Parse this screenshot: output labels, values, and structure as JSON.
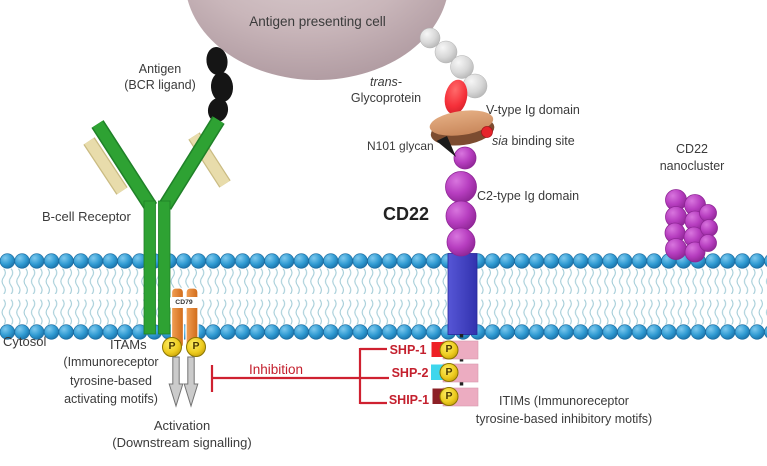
{
  "apc": {
    "label": "Antigen presenting cell"
  },
  "antigen": {
    "line1": "Antigen",
    "line2": "(BCR ligand)"
  },
  "bcr": {
    "label": "B-cell Receptor"
  },
  "trans_glycoprotein": {
    "prefix": "trans-",
    "name": "Glycoprotein"
  },
  "cd22": {
    "name": "CD22",
    "v_type_label": "V-type Ig domain",
    "n101_label": "N101 glycan",
    "sia_prefix": "sia",
    "sia_suffix": " binding site",
    "c2_label": "C2-type Ig domain"
  },
  "nanocluster": {
    "line1": "CD22",
    "line2": "nanocluster"
  },
  "cytosol": {
    "label": "Cytosol"
  },
  "cd79": {
    "label": "CD79"
  },
  "phospho": {
    "label": "P"
  },
  "itams": {
    "title": "ITAMs",
    "line1": "(Immunoreceptor",
    "line2": "tyrosine-based",
    "line3": "activating motifs)"
  },
  "activation": {
    "line1": "Activation",
    "line2": "(Downstream signalling)"
  },
  "inhibition": {
    "label": "Inhibition"
  },
  "phosphatases": {
    "shp1": "SHP-1",
    "shp2": "SHP-2",
    "ship1": "SHIP-1"
  },
  "itims": {
    "line1": "ITIMs (Immunoreceptor",
    "line2": "tyrosine-based inhibitory motifs)"
  },
  "colors": {
    "membrane_head": "#2f9ad2",
    "lipid_tail": "#a4cdd8",
    "bcr_green": "#2ea233",
    "light_chain_tan": "#e8dcab",
    "cd79_orange": "#e8853a",
    "cd22_purple": "#b73ec0",
    "cd22_tm_blue": "#3c3cbe",
    "phospho_yellow": "#edcb1e",
    "itim_pink": "#ecacc1",
    "shp1_red": "#ee2125",
    "shp2_cyan": "#3ed6ec",
    "ship1_maroon": "#8c2026",
    "inhibition_red": "#cf2130",
    "apc_mauve": "#c9b6ba",
    "antigen_black": "#151515",
    "glycoprotein_red": "#f5303a",
    "v_domain_tan": "#d99d72"
  }
}
